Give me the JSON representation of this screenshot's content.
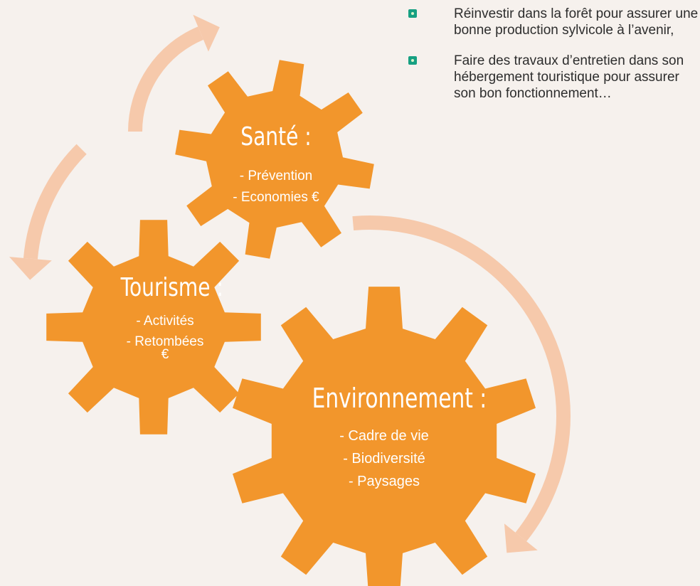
{
  "colors": {
    "gear": "#f2962c",
    "arrow": "#f6c9ab",
    "text": "#ffffff",
    "bullet": "#16a082",
    "background": "#f6f1ed"
  },
  "bullets": [
    "Réinvestir dans la forêt pour assurer une bonne production sylvicole à l’avenir,",
    "Faire des travaux d’entretien dans son hébergement touristique pour assurer son bon fonctionnement…"
  ],
  "gears": {
    "sante": {
      "title": "Santé :",
      "items": [
        "- Prévention",
        "- Economies €"
      ]
    },
    "tourisme": {
      "title": "Tourisme :",
      "items": [
        "- Activités",
        "- Retombées",
        "€"
      ]
    },
    "environnement": {
      "title": "Environnement :",
      "items": [
        "- Cadre de vie",
        "- Biodiversité",
        "- Paysages"
      ]
    }
  }
}
